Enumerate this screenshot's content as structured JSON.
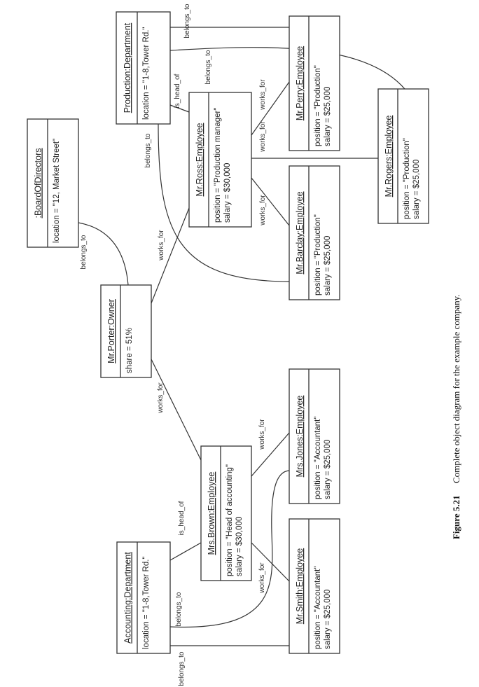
{
  "objects": [
    {
      "id": "board",
      "title": ":BoardOfDirectors",
      "attrs": [
        "location = \"12, Market Street\""
      ]
    },
    {
      "id": "porter",
      "title": "Mr.Porter:Owner",
      "attrs": [
        "share = 51%"
      ]
    },
    {
      "id": "proddept",
      "title": "Production:Department",
      "attrs": [
        "location = \"1-8,Tower Rd.\""
      ]
    },
    {
      "id": "ross",
      "title": "Mr.Ross:Employee",
      "attrs": [
        "position = \"Production manager\"",
        "salary = $30,000"
      ]
    },
    {
      "id": "perry",
      "title": "Mr.Perry:Employee",
      "attrs": [
        "position = \"Production\"",
        "salary = $25,000"
      ]
    },
    {
      "id": "barclay",
      "title": "Mr.Barclay:Employee",
      "attrs": [
        "position = \"Production\"",
        "salary = $25,000"
      ]
    },
    {
      "id": "rogers",
      "title": "Mr.Rogers:Employee",
      "attrs": [
        "position = \"Production\"",
        "salary = $25,000"
      ]
    },
    {
      "id": "brown",
      "title": "Mrs.Brown:Employee",
      "attrs": [
        "position = \"Head of accounting\"",
        "salary = $30,000"
      ]
    },
    {
      "id": "jones",
      "title": "Mrs.Jones:Employee",
      "attrs": [
        "position = \"Accountant\"",
        "salary = $25,000"
      ]
    },
    {
      "id": "smith",
      "title": "Mr.Smith:Employee",
      "attrs": [
        "position = \"Accountant\"",
        "salary = $25,000"
      ]
    },
    {
      "id": "accdept",
      "title": "Accounting:Department",
      "attrs": [
        "location = \"1-8,Tower Rd.\""
      ]
    }
  ],
  "links": [
    {
      "id": "board-porter",
      "label": "belongs_to"
    },
    {
      "id": "porter-ross",
      "label": "works_for"
    },
    {
      "id": "proddept-ross",
      "label": "is_head_of"
    },
    {
      "id": "proddept-perry",
      "label": "belongs_to"
    },
    {
      "id": "proddept-rogers",
      "label": "belongs_to"
    },
    {
      "id": "proddept-barclay",
      "label": "belongs_to"
    },
    {
      "id": "ross-perry",
      "label": "works_for"
    },
    {
      "id": "ross-rogers",
      "label": "works_for"
    },
    {
      "id": "ross-barclay",
      "label": "works_for"
    },
    {
      "id": "porter-brown",
      "label": "works_for"
    },
    {
      "id": "accdept-brown",
      "label": "is_head_of"
    },
    {
      "id": "accdept-jones",
      "label": "belongs_to"
    },
    {
      "id": "accdept-smith",
      "label": "belongs_to"
    },
    {
      "id": "brown-jones",
      "label": "works_for"
    },
    {
      "id": "brown-smith",
      "label": "works_for"
    }
  ],
  "caption": {
    "number": "Figure 5.21",
    "text": "Complete object diagram for the example company."
  }
}
